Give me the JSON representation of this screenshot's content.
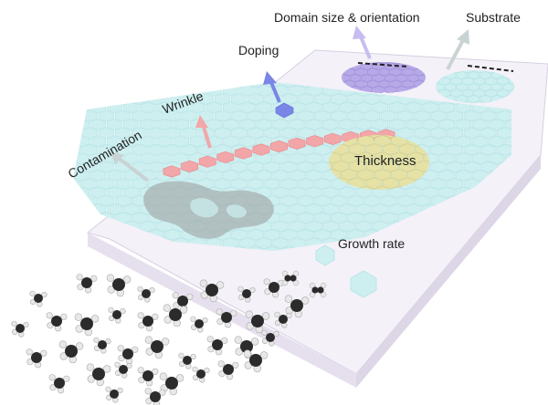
{
  "labels": {
    "domain": "Domain size & orientation",
    "substrate": "Substrate",
    "doping": "Doping",
    "wrinkle": "Wrinkle",
    "contamination": "Contamination",
    "thickness": "Thickness",
    "growth_rate": "Growth rate"
  },
  "colors": {
    "hex_cyan": "#cdeff0",
    "hex_cyan_edge": "#b4e3e5",
    "wrinkle_pink": "#f3a6a8",
    "doping_blue": "#7a86e6",
    "domain_purple": "#b7a9e8",
    "thickness_yellow": "#e6e2a6",
    "contamination_gray": "#9a9a9a",
    "arrow_gray": "#c9d3d3",
    "arrow_pink": "#f2a7a9",
    "arrow_blue": "#7a86e6",
    "arrow_purple": "#c7bdf0",
    "substrate_top": "#f4f1f8",
    "substrate_side": "#e8e3ee",
    "carbon": "#2b2b2b",
    "hydrogen": "#e8e8e8"
  },
  "molecules_count_note": "",
  "icons": {
    "methane": "methane-molecule-icon",
    "ethylene": "ethylene-molecule-icon"
  }
}
